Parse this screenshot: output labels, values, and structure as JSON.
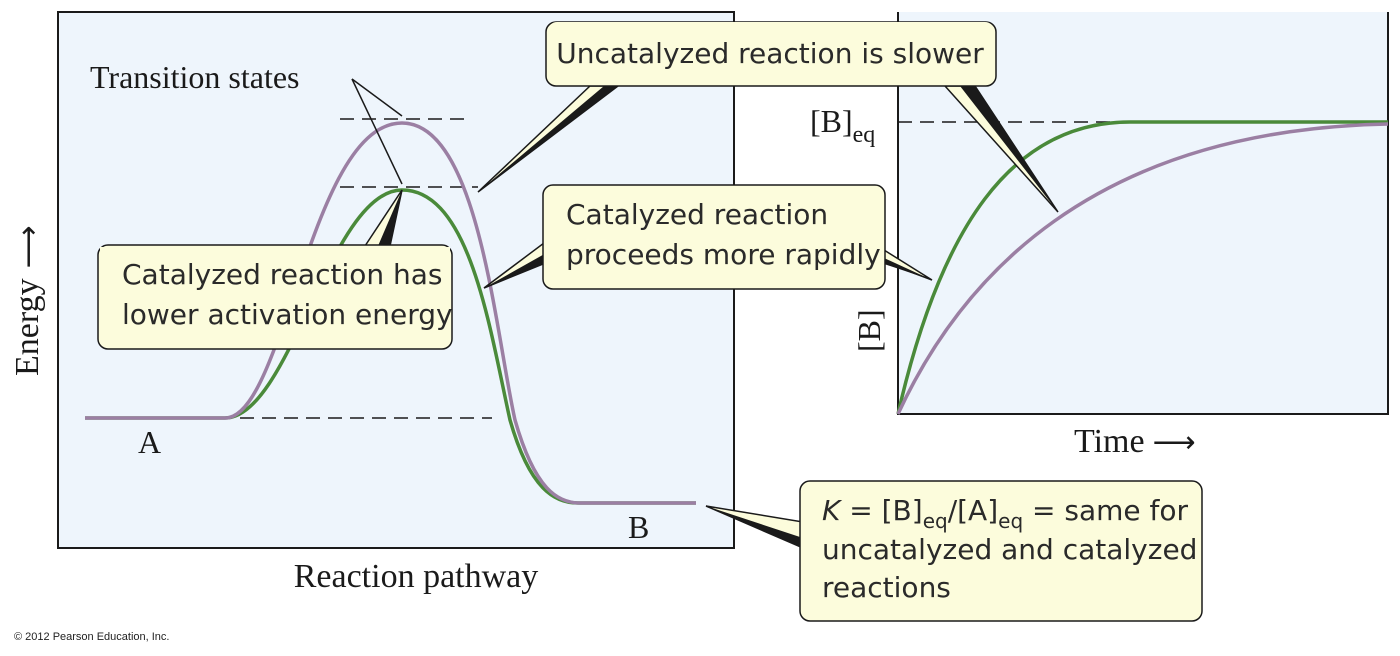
{
  "colors": {
    "panel_fill": "#eef5fc",
    "callout_fill": "#fcfcdc",
    "uncatalyzed": "#9b7fa3",
    "catalyzed": "#4a8a3a"
  },
  "left_panel": {
    "transition_states": "Transition states",
    "label_a": "A",
    "label_b": "B",
    "x_axis": "Reaction pathway",
    "y_axis": "Energy",
    "y_arrow": "⟶"
  },
  "right_panel": {
    "beq_main": "[B]",
    "beq_sub": "eq",
    "y_axis": "[B]",
    "x_axis": "Time",
    "x_arrow": "⟶"
  },
  "callouts": {
    "uncatalyzed_slower": "Uncatalyzed reaction is slower",
    "catalyzed_rapid_1": "Catalyzed reaction",
    "catalyzed_rapid_2": "proceeds more rapidly",
    "lower_activation_1": "Catalyzed reaction has",
    "lower_activation_2": "lower activation energy",
    "k_eq": {
      "k": "K",
      "eq_b": " = [B]",
      "sub1": "eq",
      "slash_a": "/[A]",
      "sub2": "eq",
      "rest": " = same for",
      "line2": "uncatalyzed and catalyzed",
      "line3": "reactions"
    }
  },
  "copyright": "© 2012 Pearson Education, Inc."
}
